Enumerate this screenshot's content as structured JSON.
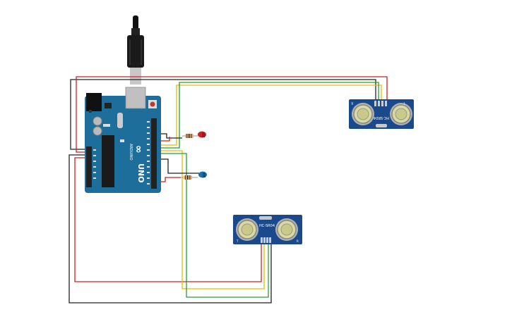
{
  "arduino": {
    "board_name": "UNO",
    "brand": "ARDUINO",
    "logo_symbol": "∞"
  },
  "sensor_top": {
    "model": "HC-SR04",
    "left_label": "T",
    "right_label": "R"
  },
  "sensor_bottom": {
    "model": "HC-SR04",
    "left_label": "T",
    "right_label": "R"
  },
  "colors": {
    "board": "#1e6e9c",
    "sensor": "#1b4a8c",
    "wire_red": "#cc2222",
    "wire_yellow": "#e0c000",
    "wire_green": "#2a9a3a",
    "wire_black": "#222222",
    "led_red": "#d22020",
    "led_blue": "#1a6fb0"
  }
}
